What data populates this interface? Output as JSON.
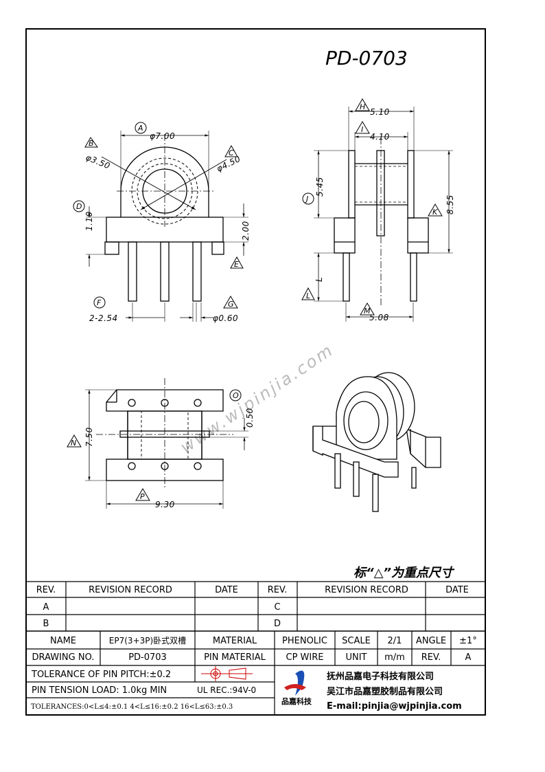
{
  "drawing_title": "PD-0703",
  "wm": "www.wjpinjia.com",
  "note": "标“△”为重点尺寸",
  "dims": {
    "d700": "φ7.00",
    "d350": "φ3.50",
    "d450": "φ4.50",
    "d110": "1.10",
    "d200": "2.00",
    "d254": "2-2.54",
    "d060": "φ0.60",
    "d510": "5.10",
    "d410": "4.10",
    "d545": "5.45",
    "d855": "8.55",
    "dL": "L",
    "d508": "5.08",
    "d050": "0.50",
    "d750": "7.50",
    "d930": "9.30"
  },
  "markers": {
    "A": "A",
    "B": "B",
    "C": "C",
    "D": "D",
    "E": "E",
    "F": "F",
    "G": "G",
    "H": "H",
    "I": "I",
    "J": "J",
    "K": "K",
    "L": "L",
    "M": "M",
    "N": "N",
    "O": "O",
    "P": "P"
  },
  "rev": {
    "h_rev": "REV.",
    "h_record": "REVISION RECORD",
    "h_date": "DATE",
    "r1": "A",
    "r2": "B",
    "r3": "C",
    "r4": "D"
  },
  "tb": {
    "name_l": "NAME",
    "name_v": "EP7(3+3P)卧式双槽",
    "mat_l": "MATERIAL",
    "mat_v": "PHENOLIC",
    "scale_l": "SCALE",
    "scale_v": "2/1",
    "angle_l": "ANGLE",
    "angle_v": "±1°",
    "dwg_l": "DRAWING NO.",
    "dwg_v": "PD-0703",
    "pin_l": "PIN MATERIAL",
    "pin_v": "CP WIRE",
    "unit_l": "UNIT",
    "unit_v": "m/m",
    "rev_l": "REV.",
    "rev_v": "A",
    "tol_pitch": "TOLERANCE OF PIN PITCH:±0.2",
    "tension": "PIN TENSION LOAD: 1.0kg  MIN",
    "ul": "UL REC.:94V-0",
    "tol": "TOLERANCES:0<L≤4:±0.1 4<L≤16:±0.2 16<L≤63:±0.3",
    "logo_text": "品嘉科技",
    "co1": "抚州品嘉电子科技有限公司",
    "co2": "吴江市品嘉塑胶制品有限公司",
    "email": "E-mail:pinjia@wjpinjia.com"
  }
}
